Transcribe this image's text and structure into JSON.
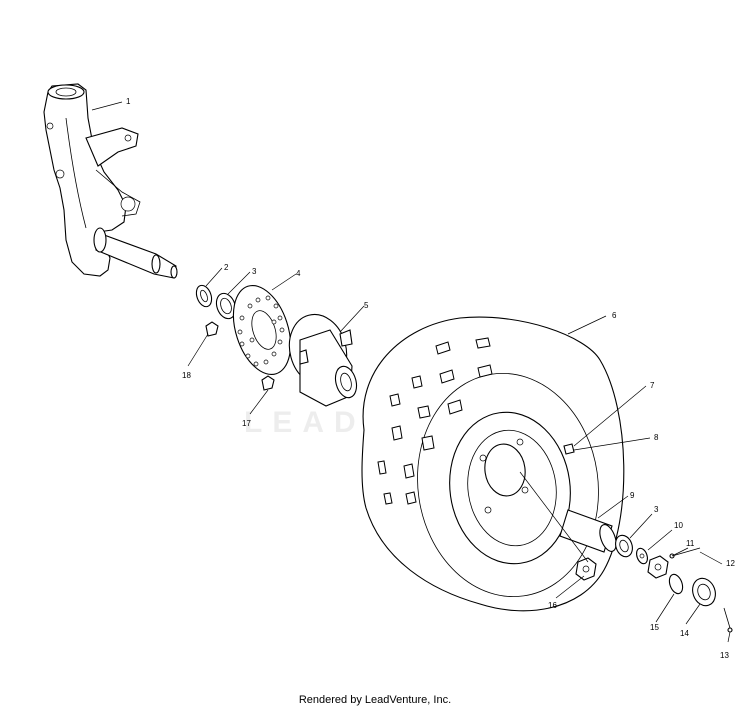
{
  "diagram": {
    "callouts": [
      "1",
      "2",
      "3",
      "4",
      "5",
      "6",
      "7",
      "8",
      "9",
      "3",
      "10",
      "11",
      "12",
      "13",
      "14",
      "15",
      "16",
      "17",
      "18"
    ],
    "parts": [
      "spindle",
      "seal",
      "bearing",
      "brake-disc",
      "hub",
      "tire",
      "valve-stem",
      "lug-stud",
      "spacer",
      "bearing",
      "washer",
      "cotter-pin",
      "nut",
      "screw",
      "cap",
      "seal-ring",
      "lug-nut",
      "bolt",
      "bolt"
    ]
  },
  "watermark": "LEADVENTURE",
  "footer": "Rendered by LeadVenture, Inc."
}
